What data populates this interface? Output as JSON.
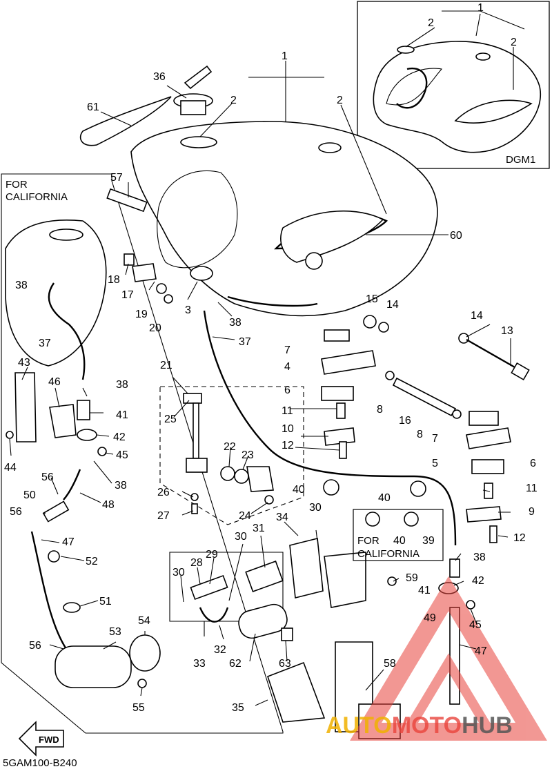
{
  "diagram_code": "5GAM100-B240",
  "fwd_label": "FWD",
  "california_box": {
    "line1": "FOR",
    "line2": "CALIFORNIA"
  },
  "california_inset": {
    "line1": "FOR",
    "line2": "CALIFORNIA"
  },
  "dgm_label": "DGM1",
  "watermark": {
    "part1": "AUTO",
    "part2": "MOTO",
    "part3": "HUB",
    "color": "#e8433c",
    "color2": "#f0b000",
    "color3": "#555555"
  },
  "callouts": {
    "c1": "1",
    "c1b": "1",
    "c2a": "2",
    "c2b": "2",
    "c2c": "2",
    "c2d": "2",
    "c3": "3",
    "c4": "4",
    "c5": "5",
    "c6a": "6",
    "c6b": "6",
    "c7a": "7",
    "c7b": "7",
    "c8a": "8",
    "c8b": "8",
    "c9": "9",
    "c10": "10",
    "c11a": "11",
    "c11b": "11",
    "c12a": "12",
    "c12b": "12",
    "c13": "13",
    "c14a": "14",
    "c14b": "14",
    "c15": "15",
    "c16": "16",
    "c17": "17",
    "c18": "18",
    "c19": "19",
    "c20": "20",
    "c21": "21",
    "c22": "22",
    "c23": "23",
    "c24": "24",
    "c25": "25",
    "c26": "26",
    "c27": "27",
    "c28": "28",
    "c29": "29",
    "c30a": "30",
    "c30b": "30",
    "c30c": "30",
    "c31": "31",
    "c32": "32",
    "c33": "33",
    "c34": "34",
    "c35": "35",
    "c36": "36",
    "c37a": "37",
    "c37b": "37",
    "c38a": "38",
    "c38b": "38",
    "c38c": "38",
    "c38d": "38",
    "c38e": "38",
    "c39": "39",
    "c40a": "40",
    "c40b": "40",
    "c40c": "40",
    "c41a": "41",
    "c41b": "41",
    "c42a": "42",
    "c42b": "42",
    "c43": "43",
    "c44": "44",
    "c45a": "45",
    "c45b": "45",
    "c46": "46",
    "c47a": "47",
    "c47b": "47",
    "c48": "48",
    "c49": "49",
    "c50": "50",
    "c51": "51",
    "c52": "52",
    "c53": "53",
    "c54": "54",
    "c55": "55",
    "c56a": "56",
    "c56b": "56",
    "c56c": "56",
    "c57": "57",
    "c58": "58",
    "c59": "59",
    "c60": "60",
    "c61": "61",
    "c62": "62",
    "c63": "63"
  }
}
